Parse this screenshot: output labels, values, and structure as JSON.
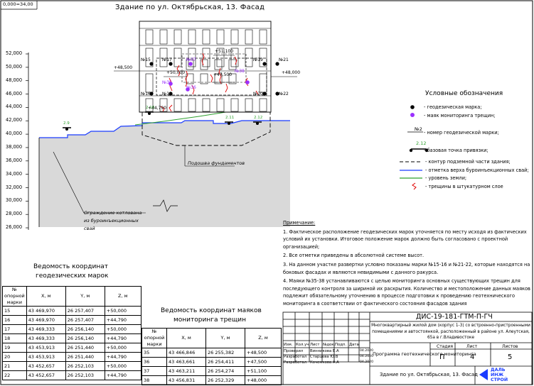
{
  "corner_label": "0,000=34,00",
  "facade_title": "Здание по ул. Октябрьская, 13. Фасад",
  "elevation_scale": [
    "52,000",
    "50,000",
    "48,000",
    "46,000",
    "44,000",
    "42,000",
    "40,000",
    "38,000",
    "36,000",
    "34,000",
    "32,000",
    "30,000",
    "28,000",
    "26,000"
  ],
  "drawing_labels": {
    "top_left_level": "+48,500",
    "left_level_low": "+50,000",
    "mid_level_top": "+51,100",
    "mid_level_low": "+47,500",
    "right_level": "+48,000",
    "bottom_level": "+44,790",
    "base_points": [
      "2.9",
      "2.10",
      "2.11",
      "2.12"
    ],
    "marks": [
      "№15",
      "№17",
      "№19",
      "№21",
      "№16",
      "№18",
      "№20",
      "№22"
    ],
    "crack_markers": [
      "№37",
      "№38",
      "№35",
      "№36"
    ],
    "foundation_label": "Подошва фундаментов",
    "pit_fence_label": "Ограждение котлована из буроинъекционных свай"
  },
  "legend": {
    "title": "Условные обозначения",
    "items": [
      "- геодезическая марка;",
      "- маяк мониторинга трещин;",
      "- номер геодезической марки;",
      "- базовая точка привязки;",
      "- контур подземной части здания;",
      "- отметка верха буроинъекционных свай;",
      "- уровень земли;",
      "- трещины в штукатурном слое"
    ],
    "mark_number_sample": "№2",
    "base_point_sample": "2.12"
  },
  "notes": {
    "heading": "Примечание:",
    "items": [
      "1. Фактическое расположение геодезических марок уточняется по месту исходя из фактических условий их установки. Итоговое положение марок должно быть согласовано с проектной организацией;",
      "2. Все отметки приведены в абсолютной системе высот.",
      "3. На данном участке развертки условно показаны марки №15-16 и №21-22, которые находятся на боковых фасадах и являются невидимыми с данного ракурса.",
      "4. Маяки №35-38 устанавливаются с целью мониторинга основных существующих трещин для последующего контроля за шириной их раскрытия. Количество и местоположение данных маяков подлежит обязательному уточнению в процессе подготовки к проведению геотехнического мониторинга в соответствии от фактического состояния фасадов здания"
    ]
  },
  "geo_table": {
    "title_line1": "Ведомость координат",
    "title_line2": "геодезических марок",
    "headers": [
      "№ опорной марки",
      "X, м",
      "Y, м",
      "Z, м"
    ],
    "rows": [
      [
        "15",
        "43 469,970",
        "26 257,407",
        "+50,000"
      ],
      [
        "16",
        "43 469,970",
        "26 257,407",
        "+44,790"
      ],
      [
        "17",
        "43 469,333",
        "26 256,140",
        "+50,000"
      ],
      [
        "18",
        "43 469,333",
        "26 256,140",
        "+44,790"
      ],
      [
        "19",
        "43 453,913",
        "26 251,440",
        "+50,000"
      ],
      [
        "20",
        "43 453,913",
        "26 251,440",
        "+44,790"
      ],
      [
        "21",
        "43 452,657",
        "26 252,103",
        "+50,000"
      ],
      [
        "22",
        "43 452,657",
        "26 252,103",
        "+44,790"
      ]
    ]
  },
  "beacon_table": {
    "title_line1": "Ведомость координат маяков",
    "title_line2": "мониторинга трещин",
    "headers": [
      "№ опорной марки",
      "X, м",
      "Y, м",
      "Z, м"
    ],
    "rows": [
      [
        "35",
        "43 466,846",
        "26 255,382",
        "+48,500"
      ],
      [
        "36",
        "43 463,661",
        "26 254,411",
        "+47,500"
      ],
      [
        "37",
        "43 463,211",
        "26 254,274",
        "+51,100"
      ],
      [
        "38",
        "43 456,831",
        "26 252,329",
        "+48,000"
      ]
    ]
  },
  "title_block": {
    "code": "ДИС-19-181-ГТМ-П-ГЧ",
    "project": "Многоквартирный жилой дом (корпус 1-3) со встроенно-пристроенными помещениями и автостоянкой, расположенный в районе ул. Алеутская, 65а в г.Владивостоке",
    "program": "Программа геотехнического мониторинга",
    "sheet_name": "Здание по ул. Октябрьская, 13. Фасад",
    "col_headers": [
      "Изм.",
      "Кол.уч",
      "Лист",
      "№док.",
      "Подп.",
      "Дата"
    ],
    "people": [
      [
        "Проверил",
        "Винникова Е.А",
        "",
        "04.2020"
      ],
      [
        "Разработал",
        "Старцева Ю.В",
        "",
        "04.2020"
      ],
      [
        "Разработал",
        "Кочемкова А.А",
        "",
        "04.2020"
      ]
    ],
    "stage_label": "Стадия",
    "sheet_label": "Лист",
    "sheets_label": "Листов",
    "stage": "П",
    "sheet": "4",
    "sheets": "5",
    "logo_lines": [
      "ДАЛЬ",
      "ИНЖ",
      "СТРОЙ"
    ]
  },
  "colors": {
    "crack": "#e00000",
    "beacon": "#9b30ff",
    "pile": "#1a3cff",
    "ground": "#2fa02f",
    "hatch": "#d9d9d9"
  }
}
